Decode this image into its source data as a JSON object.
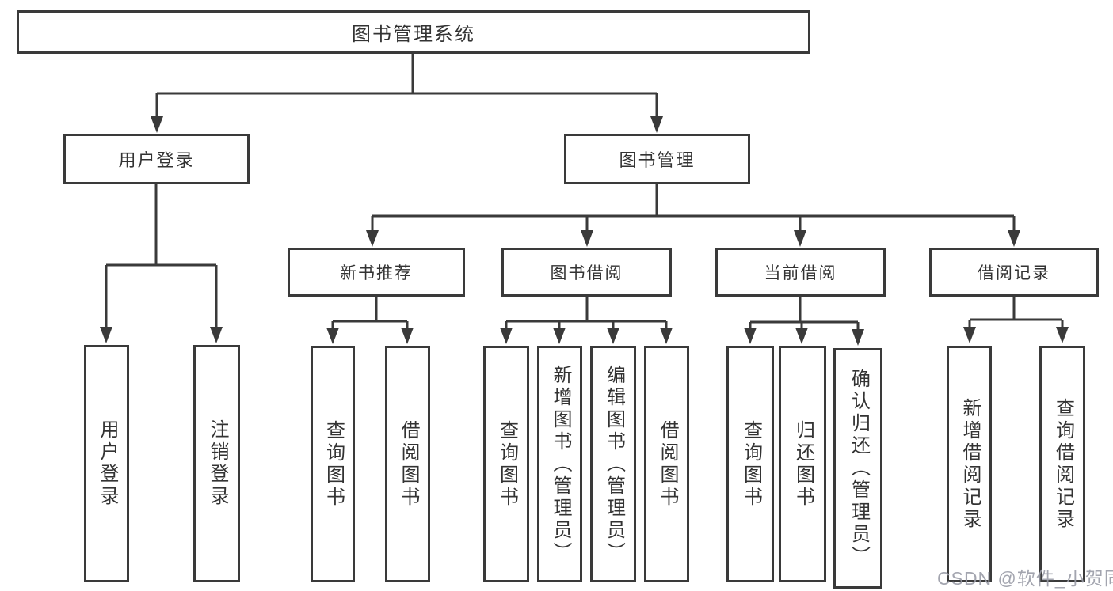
{
  "root": {
    "label": "图书管理系统"
  },
  "login": {
    "label": "用户登录",
    "children": [
      {
        "label": "用户登录"
      },
      {
        "label": "注销登录"
      }
    ]
  },
  "mgmt": {
    "label": "图书管理",
    "groups": [
      {
        "label": "新书推荐",
        "children": [
          {
            "label": "查询图书"
          },
          {
            "label": "借阅图书"
          }
        ]
      },
      {
        "label": "图书借阅",
        "children": [
          {
            "label": "查询图书"
          },
          {
            "label": "新增图书（管理员）"
          },
          {
            "label": "编辑图书（管理员）"
          },
          {
            "label": "借阅图书"
          }
        ]
      },
      {
        "label": "当前借阅",
        "children": [
          {
            "label": "查询图书"
          },
          {
            "label": "归还图书"
          },
          {
            "label": "确认归还（管理员）"
          }
        ]
      },
      {
        "label": "借阅记录",
        "children": [
          {
            "label": "新增借阅记录"
          },
          {
            "label": "查询借阅记录"
          }
        ]
      }
    ]
  },
  "watermark": {
    "text": "CSDN @软件_小贺同学"
  },
  "colors": {
    "line": "#3a3a3a",
    "text": "#333333",
    "watermark": "#999ba6",
    "background": "#ffffff"
  }
}
